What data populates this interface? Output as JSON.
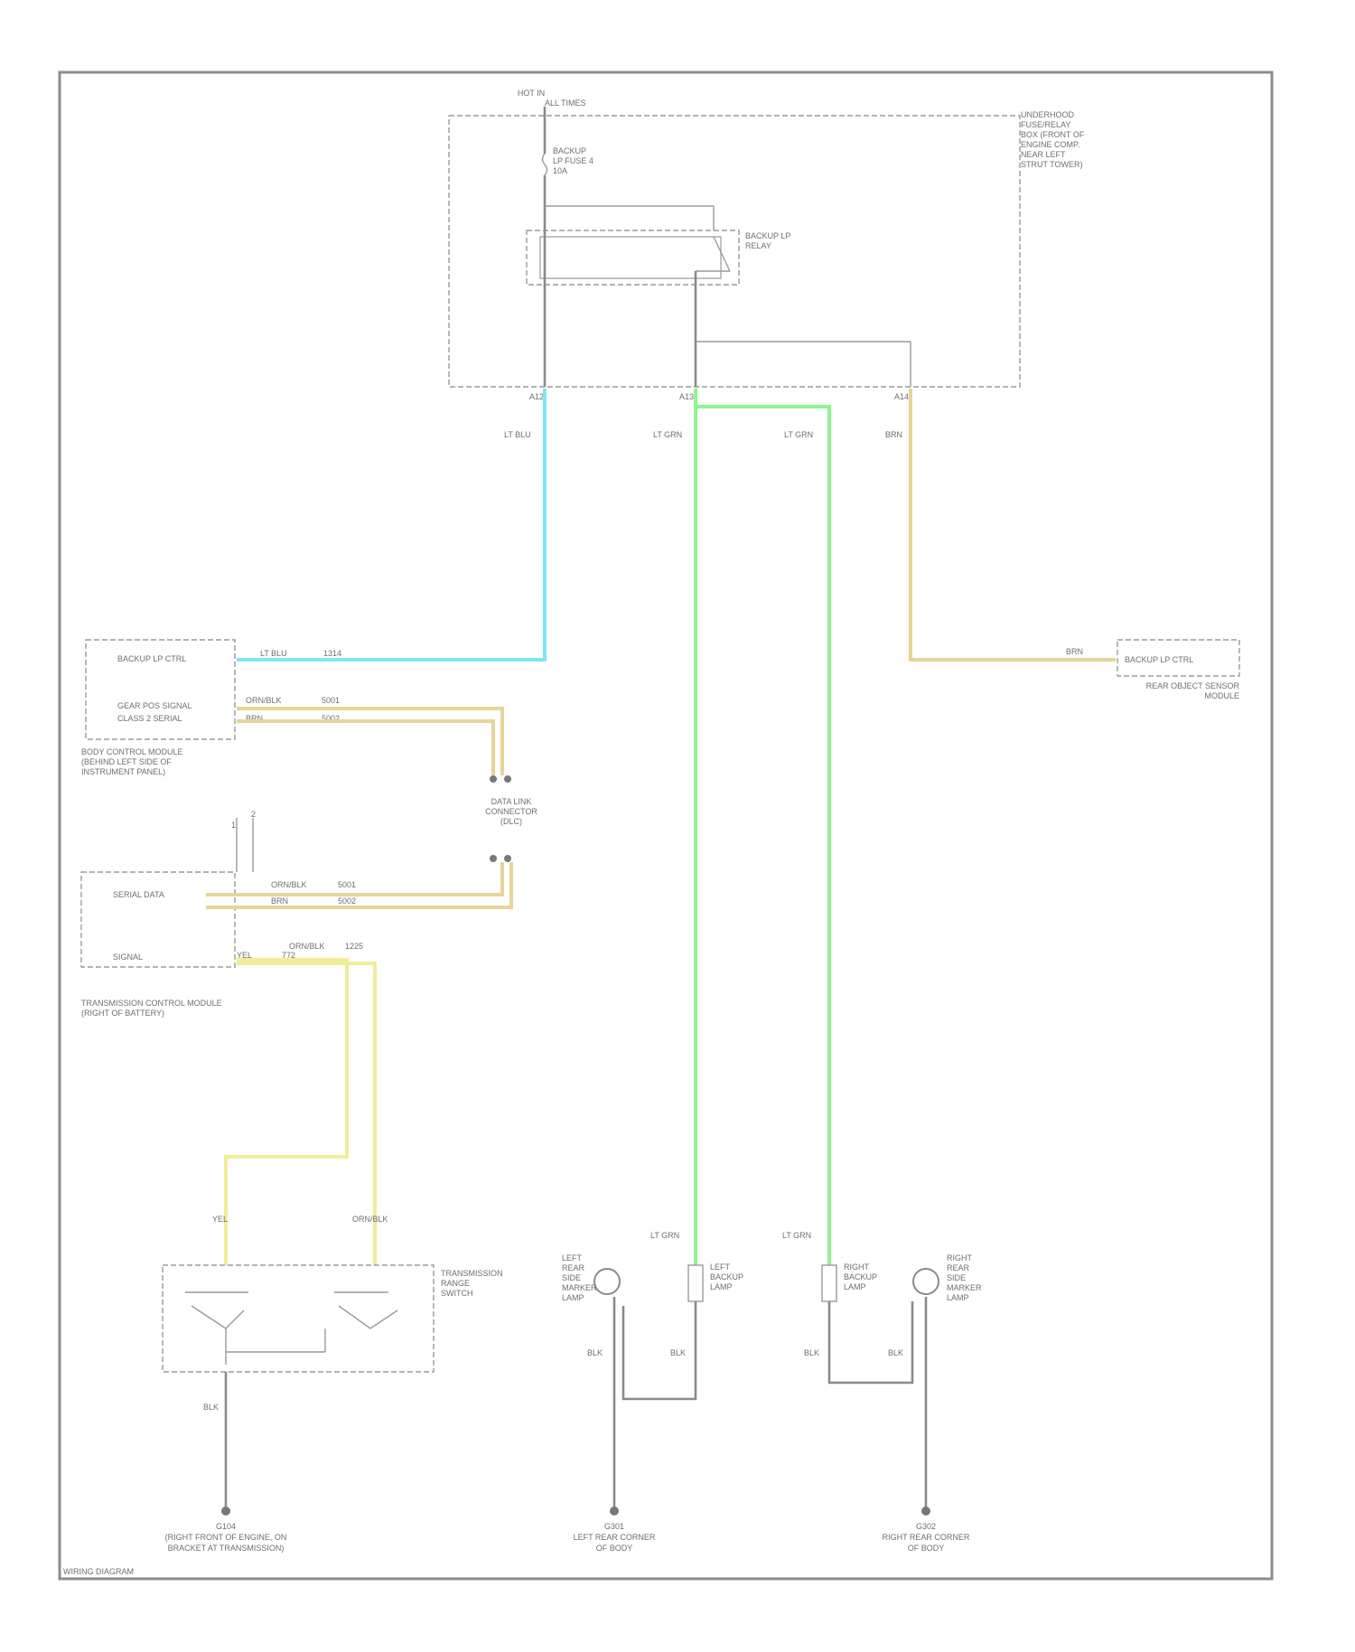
{
  "labels": {
    "fuse_block_top": "HOT IN",
    "fuse_block_top2": "ALL TIMES",
    "fuse_name": "BACKUP",
    "fuse_name2": "LP FUSE 4",
    "fuse_rating": "10A",
    "relay_name": "BACKUP LP",
    "relay_name2": "RELAY",
    "module_name": "UNDERHOOD",
    "module_name2": "FUSE/RELAY",
    "module_name3": "BOX (FRONT OF",
    "module_name4": "ENGINE COMP.",
    "module_name5": "NEAR LEFT",
    "module_name6": "STRUT TOWER)",
    "conn_a": "A12",
    "conn_b": "A13",
    "conn_c": "A14",
    "wire_a_color": "LT BLU",
    "wire_b_color": "LT GRN",
    "wire_c_color": "LT GRN",
    "wire_d_color": "BRN",
    "bcm_label1": "BACKUP LP CTRL",
    "bcm_label2": "GEAR POS SIGNAL",
    "bcm_label3": "CLASS 2 SERIAL",
    "bcm_name1": "BODY CONTROL MODULE",
    "bcm_name2": "(BEHIND LEFT SIDE OF",
    "bcm_name3": "INSTRUMENT PANEL)",
    "bcm_w1": "LT BLU",
    "bcm_w1b": "1314",
    "bcm_w2": "ORN/BLK",
    "bcm_w2b": "5001",
    "bcm_w3": "BRN",
    "bcm_w3b": "5002",
    "splice_name1": "DATA LINK",
    "splice_name2": "CONNECTOR",
    "splice_name3": "(DLC)",
    "tcm_label1": "SERIAL DATA",
    "tcm_label2": "SIGNAL",
    "tcm_name1": "TRANSMISSION CONTROL MODULE",
    "tcm_name2": "(RIGHT OF BATTERY)",
    "tcm_w1": "ORN/BLK",
    "tcm_w1b": "5001",
    "tcm_w2": "BRN",
    "tcm_w2b": "5002",
    "tcm_w3": "YEL",
    "tcm_w3b": "772",
    "tcm_w4": "ORN/BLK",
    "tcm_w4b": "1225",
    "sensor_label": "BACKUP LP CTRL",
    "sensor_name": "REAR OBJECT SENSOR",
    "sensor_name2": "MODULE",
    "sensor_w": "BRN",
    "switch_name1": "TRANSMISSION",
    "switch_name2": "RANGE",
    "switch_name3": "SWITCH",
    "switch_w1": "YEL",
    "switch_w2": "ORN/BLK",
    "switch_w3": "BLK",
    "switch_w4": "BLK",
    "ground_left1": "G104",
    "ground_left2": "(RIGHT FRONT OF ENGINE, ON",
    "ground_left3": "BRACKET AT TRANSMISSION)",
    "lamp1_name": "LEFT",
    "lamp1_name2": "BACKUP",
    "lamp1_name3": "LAMP",
    "lamp2_name": "LEFT",
    "lamp2_name2": "REAR",
    "lamp2_name3": "SIDE",
    "lamp2_name4": "MARKER",
    "lamp2_name5": "LAMP",
    "lamp3_name": "RIGHT",
    "lamp3_name2": "BACKUP",
    "lamp3_name3": "LAMP",
    "lamp4_name": "RIGHT",
    "lamp4_name2": "REAR",
    "lamp4_name3": "SIDE",
    "lamp4_name4": "MARKER",
    "lamp4_name5": "LAMP",
    "lamp_wire_a": "LT GRN",
    "lamp_wire_b": "LT GRN",
    "lamp_gnd_a": "BLK",
    "lamp_gnd_b": "BLK",
    "lamp_gnd_c": "BLK",
    "lamp_gnd_d": "BLK",
    "ground_mid1": "G301",
    "ground_mid2": "LEFT REAR CORNER",
    "ground_mid3": "OF BODY",
    "ground_right1": "G302",
    "ground_right2": "RIGHT REAR CORNER",
    "ground_right3": "OF BODY",
    "footer": "WIRING DIAGRAM"
  },
  "colors": {
    "wire_light_blue": "#7fe7f0",
    "wire_light_green": "#8df58d",
    "wire_tan": "#e6d49a",
    "wire_yellow": "#f2ec98",
    "wire_gray": "#8a8a8a"
  }
}
